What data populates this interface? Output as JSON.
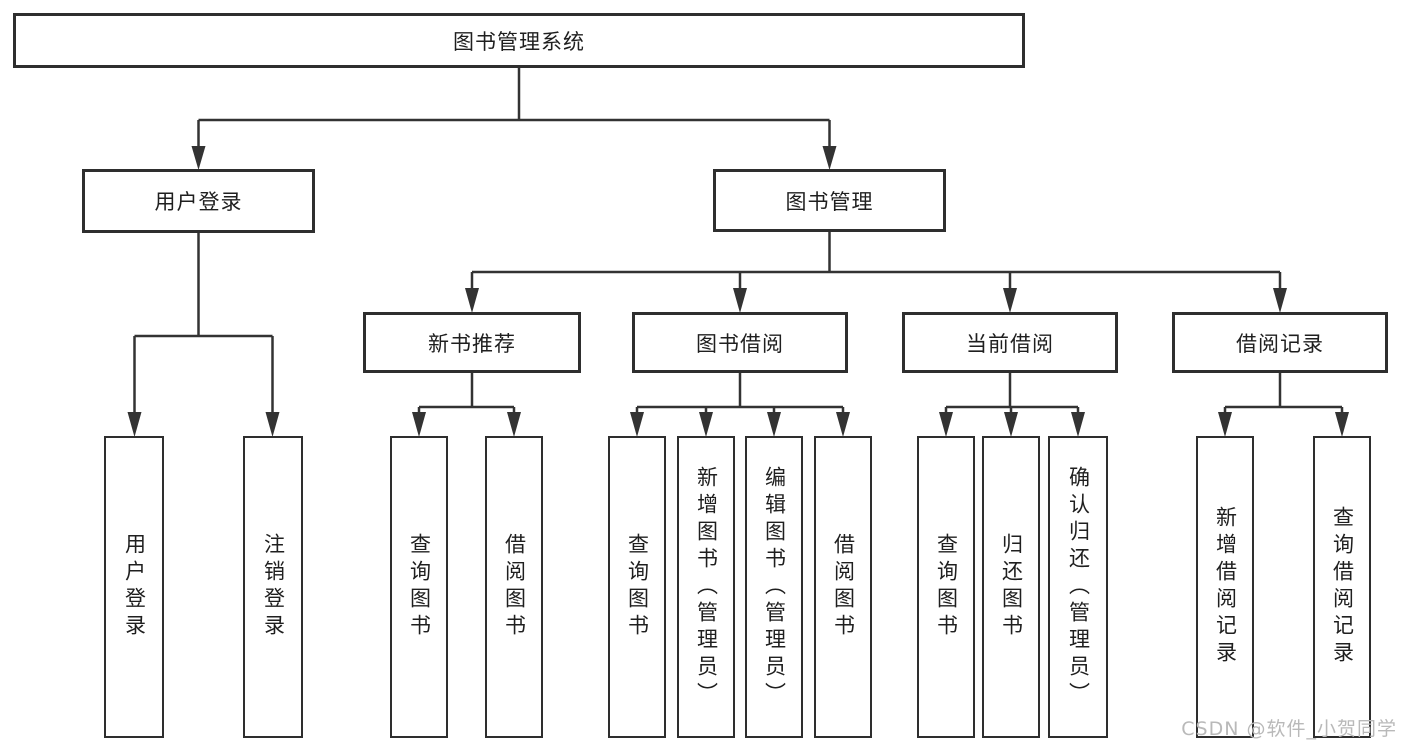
{
  "title": "图书管理系统",
  "watermark": "CSDN @软件_小贺同学",
  "colors": {
    "line": "#333333",
    "box_border": "#2e2e2e",
    "text": "#1f1f1f",
    "watermark": "#b9b9b9",
    "background": "#ffffff"
  },
  "nodes": {
    "root": "图书管理系统",
    "level2": [
      "用户登录",
      "图书管理"
    ],
    "level3": [
      "新书推荐",
      "图书借阅",
      "当前借阅",
      "借阅记录"
    ],
    "login_children": [
      "用户登录",
      "注销登录"
    ],
    "newbook_children": [
      "查询图书",
      "借阅图书"
    ],
    "borrow_children": [
      "查询图书",
      "新增图书（管理员）",
      "编辑图书（管理员）",
      "借阅图书"
    ],
    "current_children": [
      "查询图书",
      "归还图书",
      "确认归还（管理员）"
    ],
    "records_children": [
      "新增借阅记录",
      "查询借阅记录"
    ]
  }
}
